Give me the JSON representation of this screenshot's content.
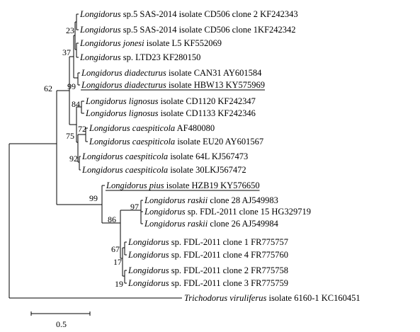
{
  "taxa": [
    {
      "id": "t1",
      "species": "Longidorus",
      "rest": " sp.5 SAS-2014 isolate CD506 clone 2 KF242343",
      "underline": false
    },
    {
      "id": "t2",
      "species": "Longidorus",
      "rest": " sp.5 SAS-2014 isolate CD506 clone 1KF242342",
      "underline": false
    },
    {
      "id": "t3",
      "species": "Longidorus jonesi",
      "rest": " isolate L5 KF552069",
      "underline": false
    },
    {
      "id": "t4",
      "species": "Longidorus",
      "rest": " sp. LTD23 KF280150",
      "underline": false
    },
    {
      "id": "t5",
      "species": "Longidorus diadecturus",
      "rest": " isolate CAN31 AY601584",
      "underline": false
    },
    {
      "id": "t6",
      "species": "Longidorus diadecturus",
      "rest": " isolate HBW13 KY575969",
      "underline": true
    },
    {
      "id": "t7",
      "species": "Longidorus lignosus",
      "rest": " isolate CD1120 KF242347",
      "underline": false
    },
    {
      "id": "t8",
      "species": "Longidorus lignosus",
      "rest": " isolate CD1133 KF242346",
      "underline": false
    },
    {
      "id": "t9",
      "species": "Longidorus caespiticola",
      "rest": " AF480080",
      "underline": false
    },
    {
      "id": "t10",
      "species": "Longidorus caespiticola",
      "rest": " isolate EU20 AY601567",
      "underline": false
    },
    {
      "id": "t11",
      "species": "Longidorus caespiticola",
      "rest": " isolate 64L KJ567473",
      "underline": false
    },
    {
      "id": "t12",
      "species": "Longidorus caespiticola",
      "rest": " isolate 30LKJ567472",
      "underline": false
    },
    {
      "id": "t13",
      "species": "Longidorus pius",
      "rest": " isolate HZB19 KY576650",
      "underline": true
    },
    {
      "id": "t14",
      "species": "Longidorus raskii",
      "rest": " clone 28 AJ549983",
      "underline": false
    },
    {
      "id": "t15",
      "species": "Longidorus",
      "rest": " sp. FDL-2011 clone 15 HG329719",
      "underline": false
    },
    {
      "id": "t16",
      "species": "Longidorus raskii",
      "rest": " clone 26 AJ549984",
      "underline": false
    },
    {
      "id": "t17",
      "species": "Longidorus",
      "rest": " sp. FDL-2011 clone 1 FR775757",
      "underline": false
    },
    {
      "id": "t18",
      "species": "Longidorus",
      "rest": " sp. FDL-2011 clone 4 FR775760",
      "underline": false
    },
    {
      "id": "t19",
      "species": "Longidorus",
      "rest": " sp. FDL-2011 clone 2 FR775758",
      "underline": false
    },
    {
      "id": "t20",
      "species": "Longidorus",
      "rest": " sp. FDL-2011 clone 3 FR775759",
      "underline": false
    },
    {
      "id": "t21",
      "species": "Trichodorus viruliferus",
      "rest": " isolate 6160-1 KC160451",
      "underline": false
    }
  ],
  "supports": [
    "23",
    "37",
    "62",
    "99",
    "84",
    "72",
    "75",
    "92",
    "99",
    "97",
    "86",
    "67",
    "17",
    "19"
  ],
  "scale_bar": {
    "label": "0.5"
  }
}
